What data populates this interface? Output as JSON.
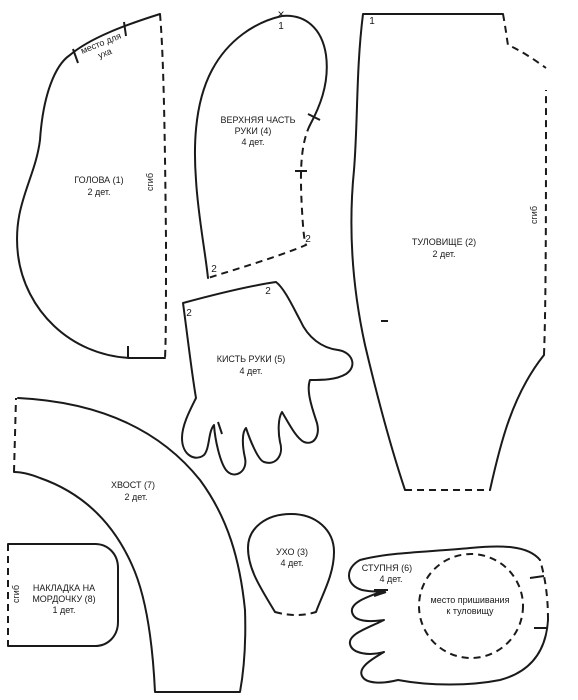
{
  "pieces": {
    "head": {
      "title": "ГОЛОВА (1)",
      "qty": "2 дет.",
      "ear_place_1": "место для",
      "ear_place_2": "уха",
      "fold": "сгиб"
    },
    "upper_arm": {
      "title_1": "ВЕРХНЯЯ ЧАСТЬ",
      "title_2": "РУКИ (4)",
      "qty": "4 дет.",
      "mark_top": "1",
      "mark_a": "2",
      "mark_b": "2"
    },
    "body": {
      "title": "ТУЛОВИЩЕ (2)",
      "qty": "2 дет.",
      "fold": "сгиб",
      "mark_top": "1"
    },
    "hand": {
      "title": "КИСТЬ РУКИ (5)",
      "qty": "4 дет.",
      "mark_a": "2",
      "mark_b": "2"
    },
    "tail": {
      "title": "ХВОСТ (7)",
      "qty": "2 дет."
    },
    "ear": {
      "title": "УХО (3)",
      "qty": "4 дет."
    },
    "foot": {
      "title": "СТУПНЯ (6)",
      "qty": "4 дет.",
      "attach_1": "место пришивания",
      "attach_2": "к туловищу"
    },
    "muzzle": {
      "title_1": "НАКЛАДКА НА",
      "title_2": "МОРДОЧКУ (8)",
      "qty": "1 дет.",
      "fold": "сгиб"
    }
  }
}
